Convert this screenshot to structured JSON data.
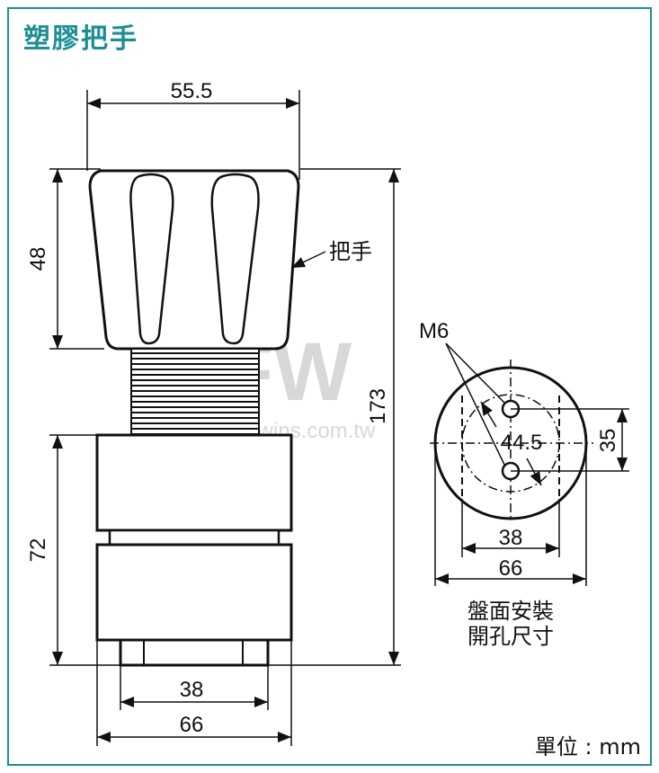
{
  "title": "塑膠把手",
  "side_view": {
    "top_width": "55.5",
    "knob_height": "48",
    "total_height": "173",
    "body_height": "72",
    "bottom_inner_width": "38",
    "bottom_outer_width": "66",
    "handle_label": "把手"
  },
  "panel_view": {
    "screw_label": "M6",
    "hole_spacing": "44.5",
    "cut_height": "35",
    "cut_width": "38",
    "outer_diameter": "66",
    "caption_line1": "盤面安裝",
    "caption_line2": "開孔尺寸"
  },
  "watermark": {
    "logo": "FW",
    "url": "fullwins.com.tw"
  },
  "unit_label": "單位 : mm",
  "colors": {
    "accent": "#1d8f95",
    "line": "#111111"
  }
}
